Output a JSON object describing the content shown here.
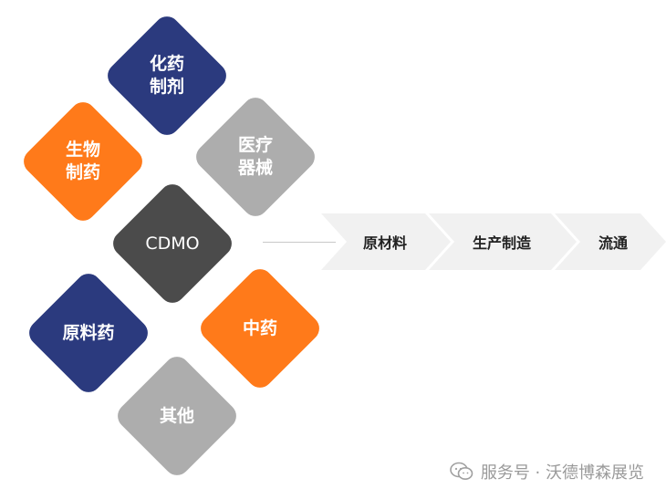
{
  "center": {
    "label": "CDMO",
    "color": "#4b4b4b"
  },
  "segments": [
    {
      "id": "chem",
      "lines": [
        "化药",
        "制剂"
      ],
      "color": "#2b3a7e"
    },
    {
      "id": "bio",
      "lines": [
        "生物",
        "制药"
      ],
      "color": "#ff7a1a"
    },
    {
      "id": "device",
      "lines": [
        "医疗",
        "器械"
      ],
      "color": "#adadad"
    },
    {
      "id": "api",
      "lines": [
        "原料药"
      ],
      "color": "#2b3a7e"
    },
    {
      "id": "tcm",
      "lines": [
        "中药"
      ],
      "color": "#ff7a1a"
    },
    {
      "id": "other",
      "lines": [
        "其他"
      ],
      "color": "#adadad"
    }
  ],
  "chain": {
    "steps": [
      "原材料",
      "生产制造",
      "流通"
    ],
    "fill": "#f1f1f1"
  },
  "watermark": {
    "icon": "wechat-icon",
    "text": "服务号 · 沃德博森展览"
  }
}
